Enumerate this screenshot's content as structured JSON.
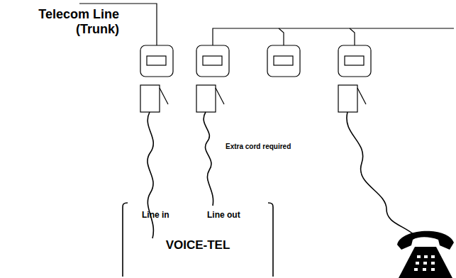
{
  "diagram": {
    "nodes": [
      {
        "text": [
          "Line in",
          "Line out",
          "VOICE-TEL"
        ]
      }
    ],
    "labels": [
      "Telecom Line (Trunk)",
      "Extra cord required"
    ]
  }
}
